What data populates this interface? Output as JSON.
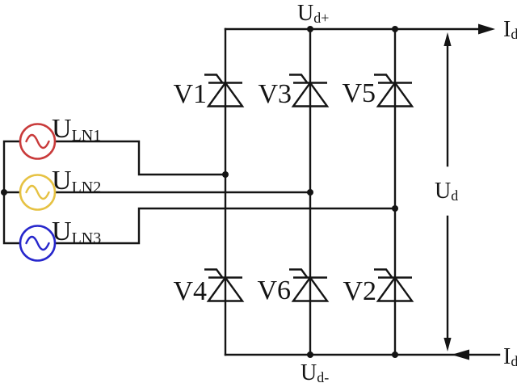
{
  "sources": [
    {
      "main": "U",
      "sub": "LN1",
      "color": "#c93b3b"
    },
    {
      "main": "U",
      "sub": "LN2",
      "color": "#e6c243"
    },
    {
      "main": "U",
      "sub": "LN3",
      "color": "#2727cc"
    }
  ],
  "thyristors": {
    "top_row": [
      "V1",
      "V3",
      "V5"
    ],
    "bottom_row": [
      "V4",
      "V6",
      "V2"
    ]
  },
  "rails": {
    "dc_plus": {
      "main": "U",
      "sub": "d+"
    },
    "dc_minus": {
      "main": "U",
      "sub": "d-"
    }
  },
  "measurements": {
    "dc_voltage": {
      "main": "U",
      "sub": "d"
    },
    "dc_current_top": {
      "main": "I",
      "sub": "d"
    },
    "dc_current_bottom": {
      "main": "I",
      "sub": "d"
    }
  },
  "colors": {
    "wire": "#141414",
    "background": "#ffffff"
  }
}
